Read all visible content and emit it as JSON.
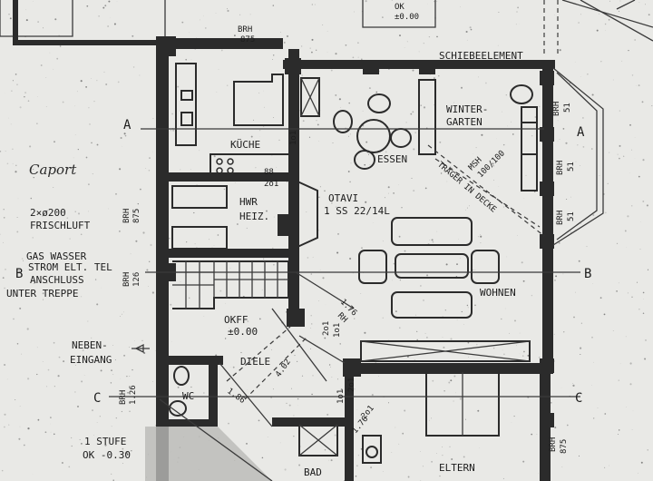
{
  "rooms": {
    "kueche": "KÜCHE",
    "essen": "ESSEN",
    "wintergarten_1": "WINTER-",
    "wintergarten_2": "GARTEN",
    "hwr_1": "HWR",
    "hwr_2": "HEIZ.",
    "wohnen": "WOHNEN",
    "diele": "DIELE",
    "wc": "WC",
    "bad": "BAD",
    "eltern": "ELTERN"
  },
  "labels": {
    "ok_top": "OK",
    "ok_top_val": "±0.00",
    "brh_top": "BRH",
    "brh_top_val": "875",
    "schiebeelement": "SCHIEBEELEMENT",
    "carport": "Caport",
    "frischluft_1": "2×ø200",
    "frischluft_2": "FRISCHLUFT",
    "brh_left1": "BRH",
    "brh_left1_val": "875",
    "gas_1": "GAS WASSER",
    "gas_2": "STROM ELT. TEL",
    "gas_3": "ANSCHLUSS",
    "gas_4": "UNTER TREPPE",
    "brh_left2": "BRH",
    "brh_left2_val": "126",
    "neben_1": "NEBEN-",
    "neben_2": "EINGANG",
    "brh_left3": "BRH",
    "brh_left3_val": "1.26",
    "stufe_1": "1 STUFE",
    "stufe_2": "OK -0.30",
    "okff": "OKFF",
    "okff_val": "±0.00",
    "otavi_1": "OTAVI",
    "otavi_2": "1 SS 22/14L",
    "dim_88": "88",
    "dim_201a": "2o1",
    "dim_101a": "1o1",
    "dim_176": "1.76",
    "dim_rh": "RH",
    "dim_201b": "2o1",
    "dim_101b": "1o1",
    "dim_186": "1.86",
    "dim_402": "4.02",
    "dim_101c": "1o1",
    "dim_201c": "2o1",
    "dim_201d": "2o1",
    "dim_176b": "1.76",
    "msh_1": "MSH",
    "msh_2": "100/100",
    "traeger_1": "TRÄGER IN DECKE",
    "brh_r1": "BRH",
    "brh_r1_val": "51",
    "brh_r2": "BRH",
    "brh_r2_val": "51",
    "brh_r3": "BRH",
    "brh_r3_val": "51",
    "brh_r4": "BRH",
    "brh_r4_val": "875",
    "sec_a_l": "A",
    "sec_a_r": "A",
    "sec_b_l": "B",
    "sec_b_r": "B",
    "sec_c_l": "C",
    "sec_c_r": "C"
  },
  "colors": {
    "paper": "#e9e9e6",
    "ink": "#2b2b2b"
  }
}
